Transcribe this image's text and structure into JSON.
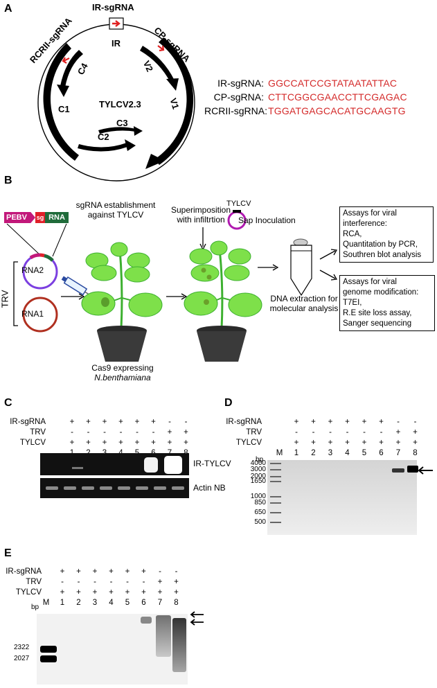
{
  "panelA": {
    "label": "A",
    "plasmid_name": "TYLCV2.3",
    "sg_labels": {
      "ir": "IR-sgRNA",
      "cp": "CP-sgRNA",
      "rcrii": "RCRII-sgRNA"
    },
    "ir_label": "IR",
    "genes": [
      "V2",
      "V1",
      "C4",
      "C1",
      "C3",
      "C2"
    ],
    "sequences": [
      {
        "name": "IR-sgRNA:",
        "seq": "GGCCATCCGTATAATATTAC"
      },
      {
        "name": "CP-sgRNA:",
        "seq": "CTTCGGCGAACCTTCGAGAC"
      },
      {
        "name": "RCRII-sgRNA:",
        "seq": "TGGATGAGCACATGCAAGTG"
      }
    ],
    "colors": {
      "sequence": "#d42a2a",
      "arrow": "#000000",
      "site": "#e02020"
    }
  },
  "panelB": {
    "label": "B",
    "construct": {
      "promoter": "PEBV",
      "sg": "sg",
      "rna": "RNA"
    },
    "trv": "TRV",
    "rna2": "RNA2",
    "rna1": "RNA1",
    "step1": "sgRNA establishment\nagainst TYLCV",
    "tylcv": "TYLCV",
    "step2a": "Superimposition\nwith infiltrtion",
    "step2b": "Sap Inoculation",
    "plant_caption_1": "Cas9 expressing",
    "plant_caption_2": "N.benthamiana",
    "dna_extraction": "DNA extraction for\nmolecular analysis",
    "assay1": "Assays for viral\ninterference:\nRCA,\nQuantitation by PCR,\nSouthren blot analysis",
    "assay2": "Assays for viral\ngenome modification:\nT7EI,\nR.E site loss assay,\nSanger sequencing",
    "colors": {
      "pebv": "#c2187a",
      "sg": "#e0202a",
      "rna": "#1f6b3a",
      "rna2_ring": "#7b3fe0",
      "rna1_ring": "#b03020",
      "leaf": "#7ee04a",
      "pot": "#3a3a3a"
    }
  },
  "panelC": {
    "label": "C",
    "rows": [
      {
        "name": "IR-sgRNA",
        "marks": [
          "+",
          "+",
          "+",
          "+",
          "+",
          "+",
          "-",
          "-"
        ]
      },
      {
        "name": "TRV",
        "marks": [
          "-",
          "-",
          "-",
          "-",
          "-",
          "-",
          "+",
          "+"
        ]
      },
      {
        "name": "TYLCV",
        "marks": [
          "+",
          "+",
          "+",
          "+",
          "+",
          "+",
          "+",
          "+"
        ]
      }
    ],
    "lanes": [
      "1",
      "2",
      "3",
      "4",
      "5",
      "6",
      "7",
      "8"
    ],
    "gel1_label": "IR-TYLCV",
    "gel2_label": "Actin NB"
  },
  "panelD": {
    "label": "D",
    "rows": [
      {
        "name": "IR-sgRNA",
        "marks": [
          "+",
          "+",
          "+",
          "+",
          "+",
          "+",
          "-",
          "-"
        ]
      },
      {
        "name": "TRV",
        "marks": [
          "-",
          "-",
          "-",
          "-",
          "-",
          "-",
          "+",
          "+"
        ]
      },
      {
        "name": "TYLCV",
        "marks": [
          "+",
          "+",
          "+",
          "+",
          "+",
          "+",
          "+",
          "+"
        ]
      }
    ],
    "bp": "bp",
    "marker": "M",
    "lanes": [
      "1",
      "2",
      "3",
      "4",
      "5",
      "6",
      "7",
      "8"
    ],
    "ladder": [
      "4000",
      "3000",
      "2000",
      "1650",
      "1000",
      "850",
      "650",
      "500"
    ]
  },
  "panelE": {
    "label": "E",
    "rows": [
      {
        "name": "IR-sgRNA",
        "marks": [
          "+",
          "+",
          "+",
          "+",
          "+",
          "+",
          "-",
          "-"
        ]
      },
      {
        "name": "TRV",
        "marks": [
          "-",
          "-",
          "-",
          "-",
          "-",
          "-",
          "+",
          "+"
        ]
      },
      {
        "name": "TYLCV",
        "marks": [
          "+",
          "+",
          "+",
          "+",
          "+",
          "+",
          "+",
          "+"
        ]
      }
    ],
    "bp": "bp",
    "marker": "M",
    "lanes": [
      "1",
      "2",
      "3",
      "4",
      "5",
      "6",
      "7",
      "8"
    ],
    "ladder": [
      "2322",
      "2027"
    ]
  }
}
